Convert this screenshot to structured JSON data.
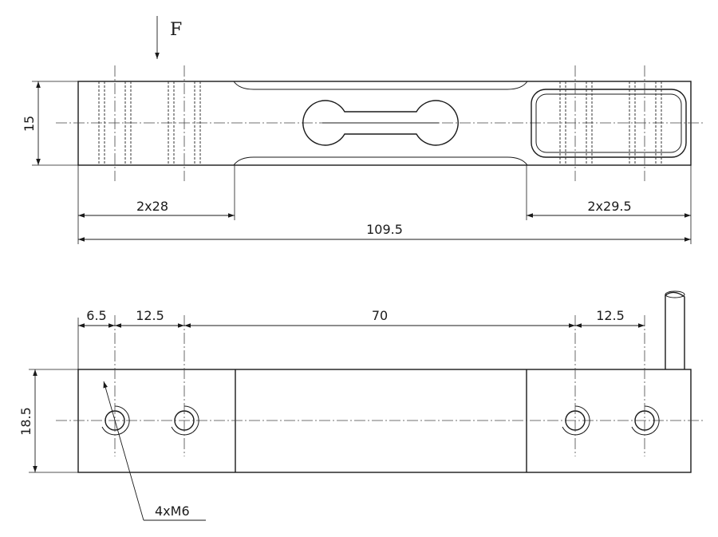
{
  "force": {
    "label": "F"
  },
  "top_view": {
    "height_dim": "15",
    "left_mount_dim": "2x28",
    "right_mount_dim": "2x29.5",
    "overall_length_dim": "109.5"
  },
  "side_view": {
    "height_dim": "18.5",
    "edge_to_hole_dim": "6.5",
    "left_hole_pitch_dim": "12.5",
    "center_span_dim": "70",
    "right_hole_pitch_dim": "12.5",
    "thread_callout": "4xM6"
  },
  "colors": {
    "line": "#1a1a1a",
    "background": "#ffffff"
  }
}
